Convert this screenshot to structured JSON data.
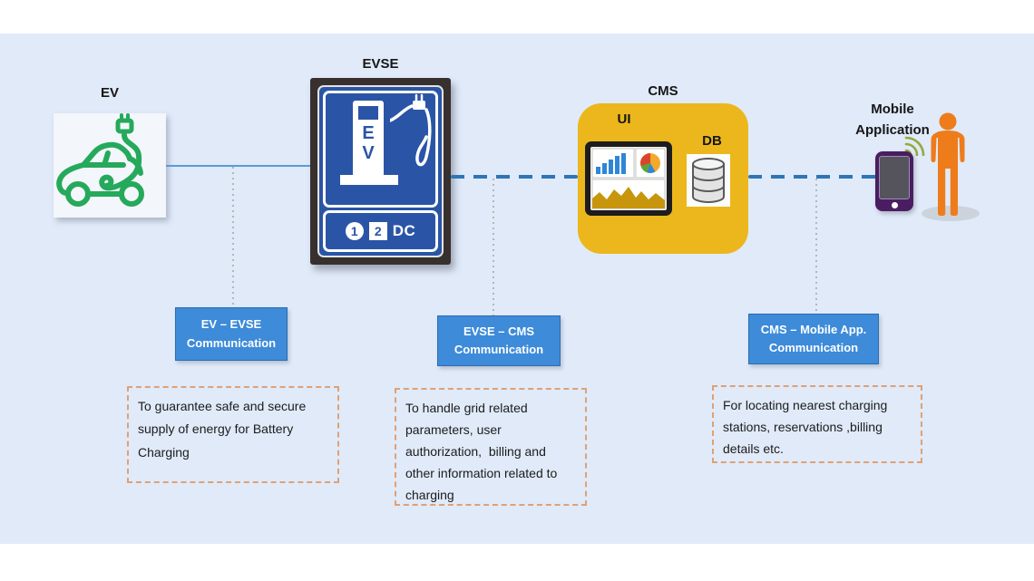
{
  "colors": {
    "panel_bg": "#e0eaf9",
    "accent_blue": "#3d8bd9",
    "link_line_blue": "#2e75b6",
    "solid_line_blue": "#5b9bd5",
    "ev_green": "#25a95b",
    "evse_sign_blue": "#2a55a6",
    "cms_gold": "#ecb71c",
    "person_orange": "#ee7c1b",
    "phone_purple": "#4a1d62",
    "desc_border_orange": "#dfa175"
  },
  "nodes": {
    "ev": {
      "label": "EV"
    },
    "evse": {
      "label": "EVSE",
      "sign_e": "E",
      "sign_v": "V",
      "slot_1": "1",
      "slot_2": "2",
      "slot_dc": "DC"
    },
    "cms": {
      "label": "CMS",
      "ui": "UI",
      "db": "DB"
    },
    "mobile": {
      "label": "Mobile\nApplication"
    }
  },
  "links": [
    {
      "label": "EV – EVSE\nCommunication",
      "description": "To guarantee safe and secure\nsupply of energy for Battery\nCharging"
    },
    {
      "label": "EVSE – CMS\nCommunication",
      "description": "To handle grid related\nparameters, user\nauthorization,  billing and\nother information related to\ncharging"
    },
    {
      "label": "CMS – Mobile App.\nCommunication",
      "description": "For locating nearest charging\nstations, reservations ,billing\ndetails etc."
    }
  ]
}
